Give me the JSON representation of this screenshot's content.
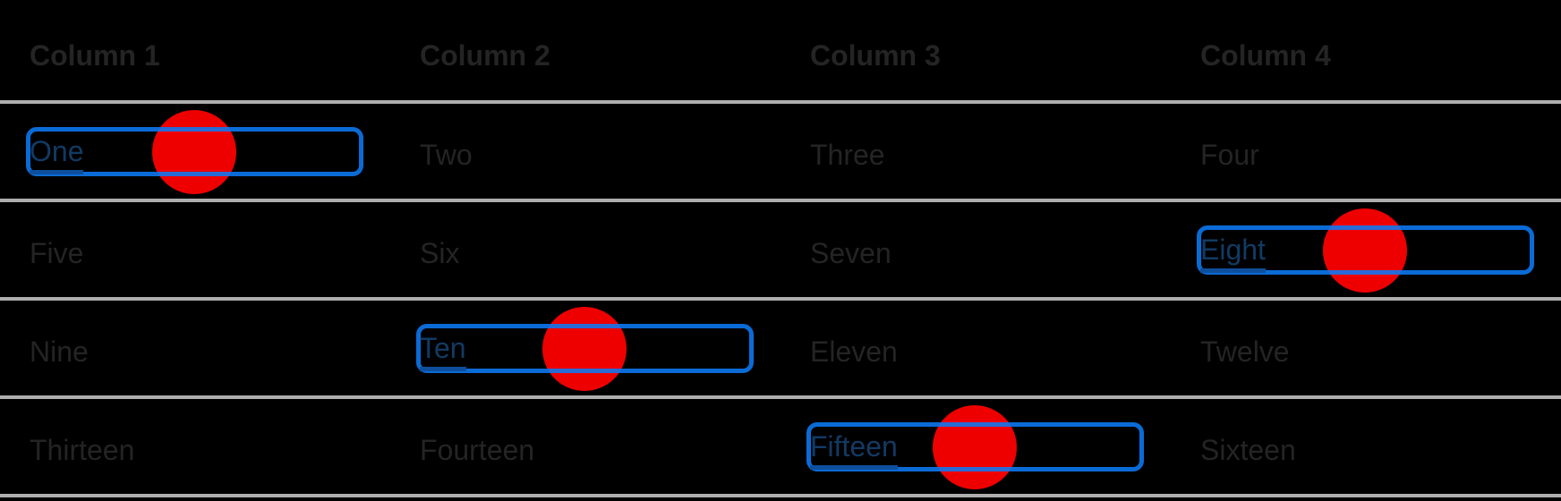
{
  "table": {
    "headers": [
      {
        "label": "Column 1"
      },
      {
        "label": "Column 2"
      },
      {
        "label": "Column 3"
      },
      {
        "label": "Column 4"
      }
    ],
    "rows": [
      {
        "cells": [
          {
            "label": "One",
            "focused": true
          },
          {
            "label": "Two",
            "focused": false
          },
          {
            "label": "Three",
            "focused": false
          },
          {
            "label": "Four",
            "focused": false
          }
        ]
      },
      {
        "cells": [
          {
            "label": "Five",
            "focused": false
          },
          {
            "label": "Six",
            "focused": false
          },
          {
            "label": "Seven",
            "focused": false
          },
          {
            "label": "Eight",
            "focused": true
          }
        ]
      },
      {
        "cells": [
          {
            "label": "Nine",
            "focused": false
          },
          {
            "label": "Ten",
            "focused": true
          },
          {
            "label": "Eleven",
            "focused": false
          },
          {
            "label": "Twelve",
            "focused": false
          }
        ]
      },
      {
        "cells": [
          {
            "label": "Thirteen",
            "focused": false
          },
          {
            "label": "Fourteen",
            "focused": false
          },
          {
            "label": "Fifteen",
            "focused": true
          },
          {
            "label": "Sixteen",
            "focused": false
          }
        ]
      }
    ]
  },
  "colors": {
    "bg": "#000000",
    "text": "#242424",
    "separator": "#aeaeae",
    "link_text": "#123a63",
    "link_underline": "#0d4f9c",
    "focus_ring": "rgba(12,122,244,0.88)",
    "dot": "#ee0000"
  }
}
